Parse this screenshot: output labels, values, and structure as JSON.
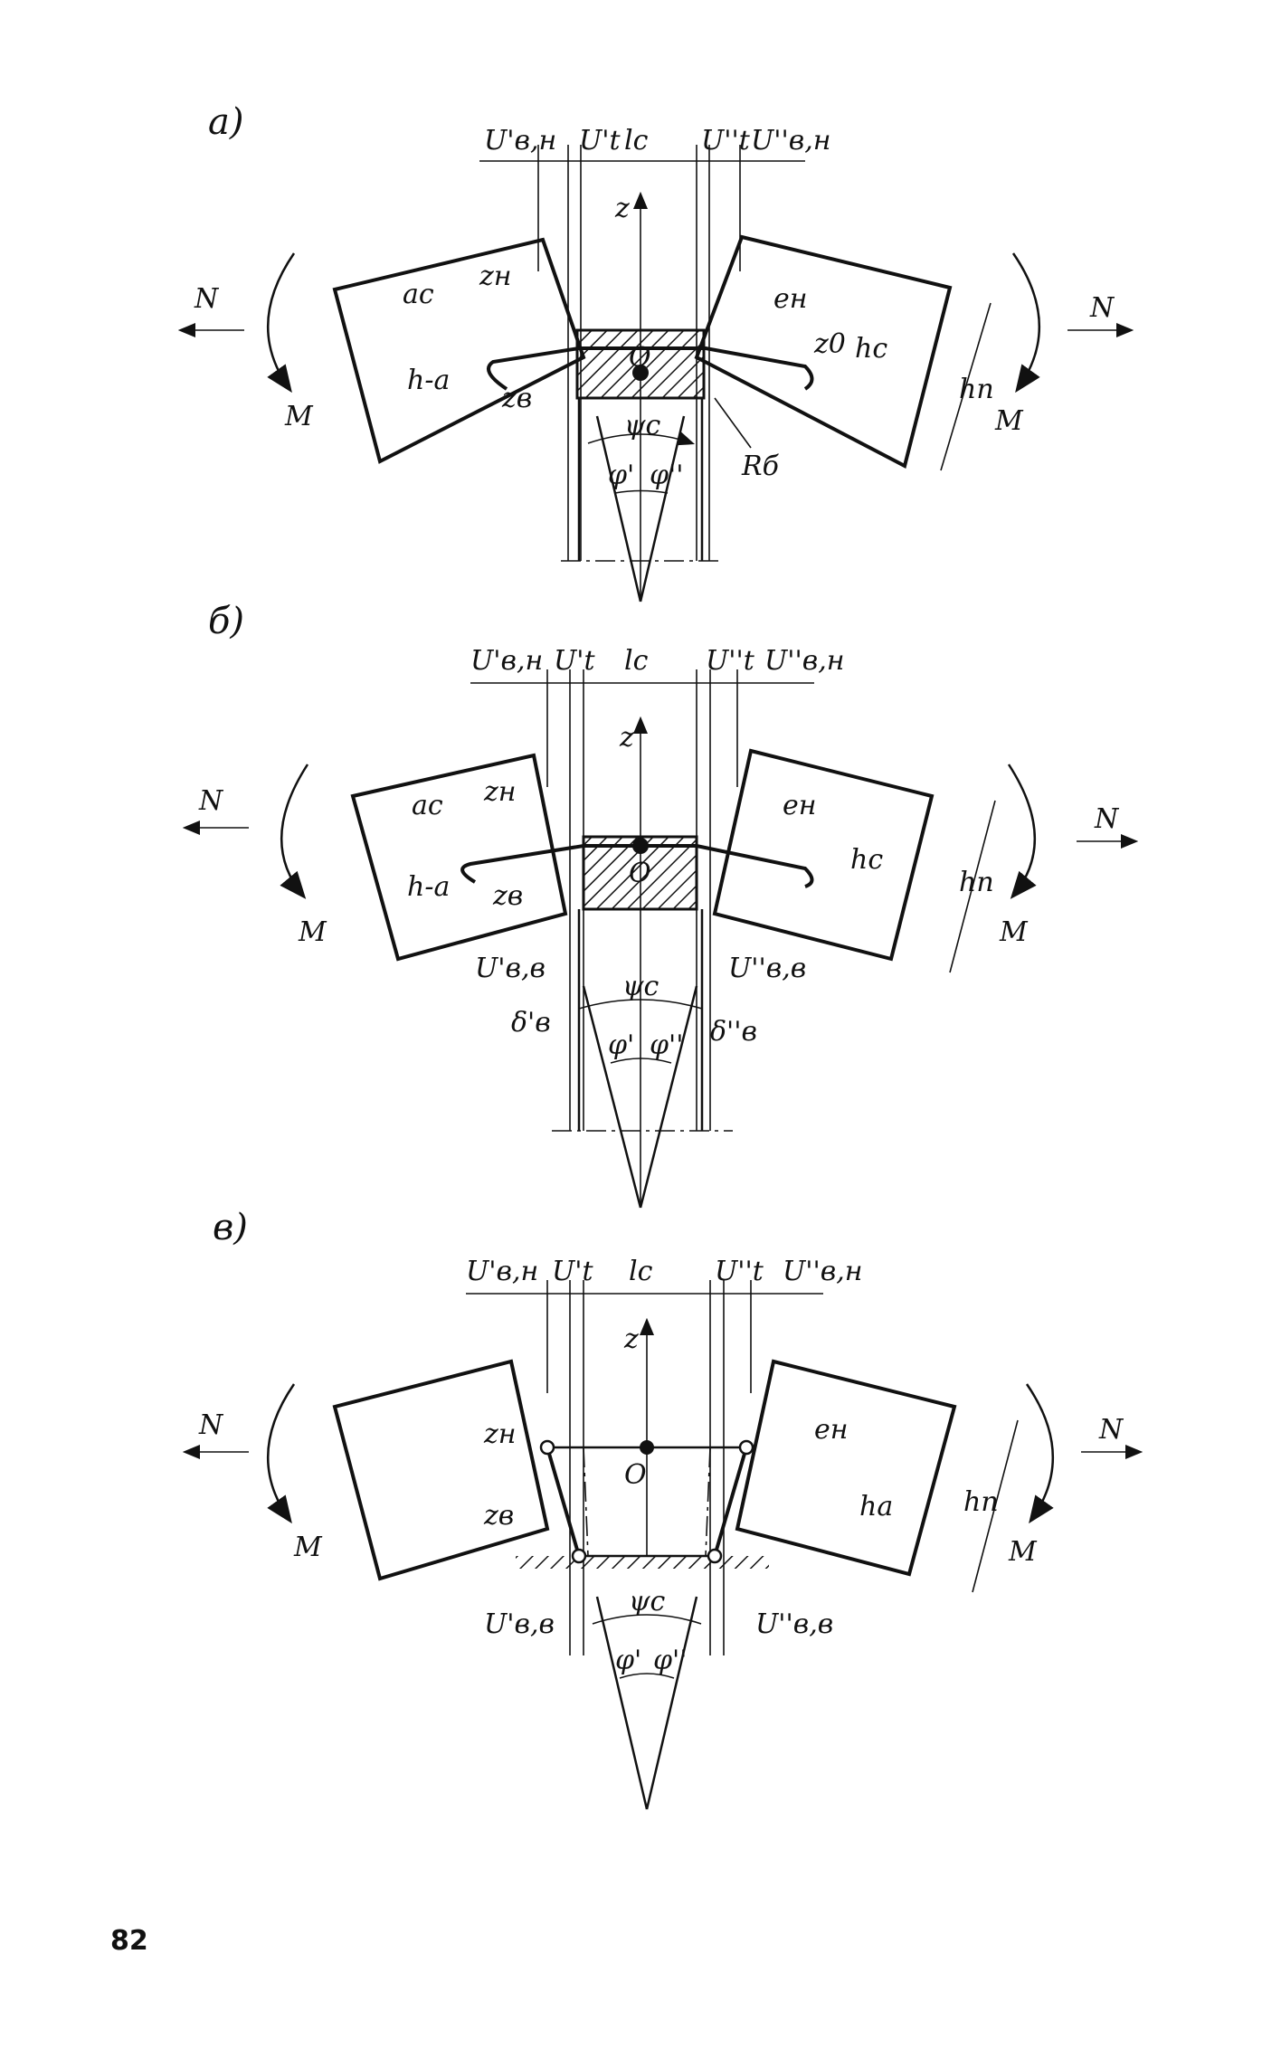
{
  "figure_a": {
    "tag": "а)",
    "u_bn_left": "U'в,н",
    "u_t_left": "U't",
    "lc": "lc",
    "u_t_right": "U''t",
    "u_bn_right": "U''в,н",
    "z": "z",
    "N_left": "N",
    "N_right": "N",
    "M_left": "M",
    "M_right": "M",
    "ac": "ac",
    "zn": "zн",
    "h_minus_a": "h-a",
    "z_b": "zв",
    "e_n": "eн",
    "z0": "z0",
    "hc": "hc",
    "hn": "hп",
    "O": "O",
    "psi_c": "ψc",
    "phi1": "φ'",
    "phi2": "φ''",
    "R": "Rб"
  },
  "figure_b": {
    "tag": "б)",
    "u_bn_left": "U'в,н",
    "u_t_left": "U't",
    "lc": "lc",
    "u_t_right": "U''t",
    "u_bn_right": "U''в,н",
    "z": "z",
    "N_left": "N",
    "N_right": "N",
    "M_left": "M",
    "M_right": "M",
    "ac": "ac",
    "zn": "zн",
    "h_minus_a": "h-a",
    "z_b": "zв",
    "e_n": "eн",
    "hc": "hc",
    "hn": "hп",
    "O": "O",
    "u_bb_left": "U'в,в",
    "u_bb_right": "U''в,в",
    "delta1": "δ'в",
    "delta2": "δ''в",
    "psi_c": "ψc",
    "phi1": "φ'",
    "phi2": "φ''"
  },
  "figure_c": {
    "tag": "в)",
    "u_bn_left": "U'в,н",
    "u_t_left": "U't",
    "lc": "lc",
    "u_t_right": "U''t",
    "u_bn_right": "U''в,н",
    "z": "z",
    "N_left": "N",
    "N_right": "N",
    "M_left": "M",
    "M_right": "M",
    "zn": "zн",
    "z_b": "zв",
    "e_n": "eн",
    "ha": "ha",
    "hn": "hп",
    "O": "O",
    "u_bb_left": "U'в,в",
    "u_bb_right": "U''в,в",
    "psi_c": "ψc",
    "phi1": "φ'",
    "phi2": "φ''"
  },
  "page_number": "82"
}
